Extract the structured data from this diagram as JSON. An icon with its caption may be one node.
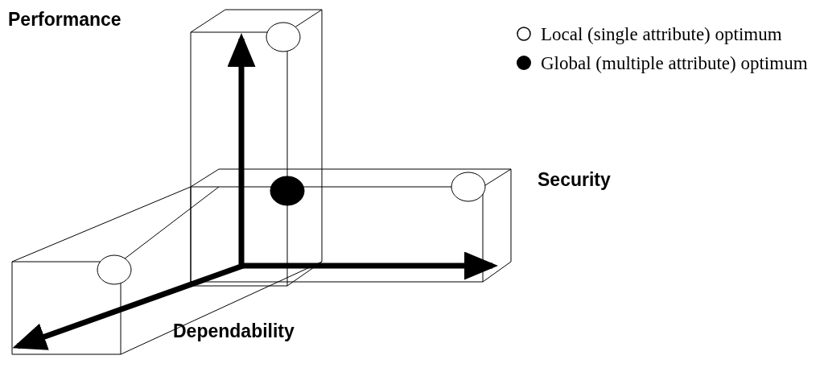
{
  "diagram": {
    "labels": [
      "Performance",
      "Security",
      "Dependability"
    ],
    "legend": [
      {
        "text": "Local (single attribute) optimum"
      },
      {
        "text": "Global (multiple attribute) optimum"
      }
    ]
  }
}
